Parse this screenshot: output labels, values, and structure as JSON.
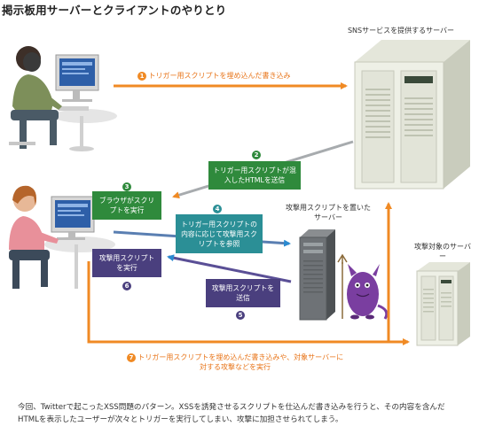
{
  "title": "掲示板用サーバーとクライアントのやりとり",
  "labels": {
    "sns_server": "SNSサービスを提供するサーバー",
    "attack_server": "攻撃用スクリプトを置いたサーバー",
    "target_server": "攻撃対象のサーバー"
  },
  "steps": {
    "s1": {
      "num": "1",
      "text": "トリガー用スクリプトを埋め込んだ書き込み"
    },
    "s2": {
      "num": "2",
      "text": "トリガー用スクリプトが混入したHTMLを送信"
    },
    "s3": {
      "num": "3",
      "text": "ブラウザがスクリプトを実行"
    },
    "s4": {
      "num": "4",
      "text": "トリガー用スクリプトの内容に応じて攻撃用スクリプトを参照"
    },
    "s5": {
      "num": "5",
      "text": "攻撃用スクリプトを送信"
    },
    "s6": {
      "num": "6",
      "text": "攻撃用スクリプトを実行"
    },
    "s7": {
      "num": "7",
      "text": "トリガー用スクリプトを埋め込んだ書き込みや、対象サーバーに対する攻撃などを実行"
    }
  },
  "caption": "今回、Twitterで起こったXSS問題のパターン。XSSを誘発させるスクリプトを仕込んだ書き込みを行うと、その内容を含んだHTMLを表示したユーザーが次々とトリガーを実行してしまい、攻撃に加担させられてしまう。",
  "colors": {
    "orange": "#f08a24",
    "green": "#2f8a3c",
    "teal": "#2b8f96",
    "purple": "#4a3f7e",
    "blue_arrow": "#2a8ad0"
  }
}
